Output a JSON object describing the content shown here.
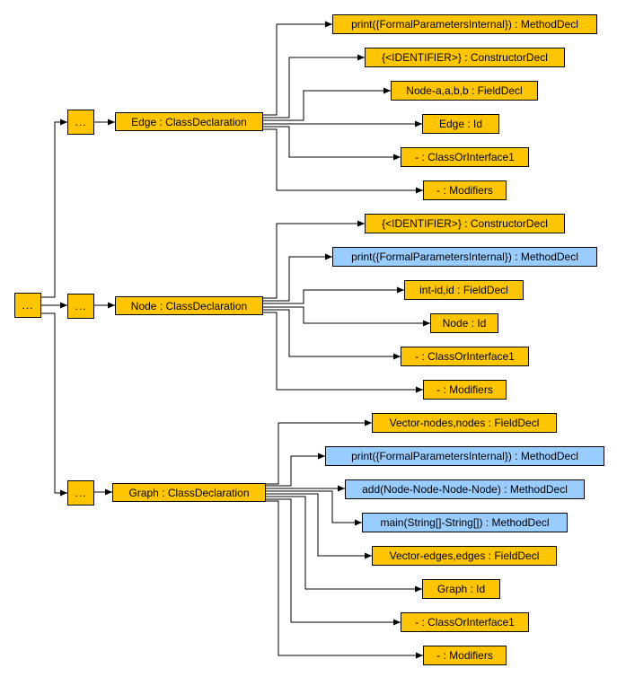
{
  "colors": {
    "default_node": "#FFC600",
    "highlight_node": "#99CCFF",
    "edge": "#000000"
  },
  "root": {
    "label": "..."
  },
  "classes": [
    {
      "group_label": "...",
      "label": "Edge : ClassDeclaration",
      "children": [
        {
          "label": "print({FormalParametersInternal}) : MethodDecl",
          "state": "default"
        },
        {
          "label": "{<IDENTIFIER>} : ConstructorDecl",
          "state": "default"
        },
        {
          "label": "Node-a,a,b,b : FieldDecl",
          "state": "default"
        },
        {
          "label": "Edge : Id",
          "state": "default"
        },
        {
          "label": "- : ClassOrInterface1",
          "state": "default"
        },
        {
          "label": "- : Modifiers",
          "state": "default"
        }
      ]
    },
    {
      "group_label": "...",
      "label": "Node : ClassDeclaration",
      "children": [
        {
          "label": "{<IDENTIFIER>} : ConstructorDecl",
          "state": "default"
        },
        {
          "label": "print({FormalParametersInternal}) : MethodDecl",
          "state": "highlight"
        },
        {
          "label": "int-id,id : FieldDecl",
          "state": "default"
        },
        {
          "label": "Node : Id",
          "state": "default"
        },
        {
          "label": "- : ClassOrInterface1",
          "state": "default"
        },
        {
          "label": "- : Modifiers",
          "state": "default"
        }
      ]
    },
    {
      "group_label": "...",
      "label": "Graph : ClassDeclaration",
      "children": [
        {
          "label": "Vector-nodes,nodes : FieldDecl",
          "state": "default"
        },
        {
          "label": "print({FormalParametersInternal}) : MethodDecl",
          "state": "highlight"
        },
        {
          "label": "add(Node-Node-Node-Node) : MethodDecl",
          "state": "highlight"
        },
        {
          "label": "main(String[]-String[]) : MethodDecl",
          "state": "highlight"
        },
        {
          "label": "Vector-edges,edges : FieldDecl",
          "state": "default"
        },
        {
          "label": "Graph : Id",
          "state": "default"
        },
        {
          "label": "- : ClassOrInterface1",
          "state": "default"
        },
        {
          "label": "- : Modifiers",
          "state": "default"
        }
      ]
    }
  ]
}
